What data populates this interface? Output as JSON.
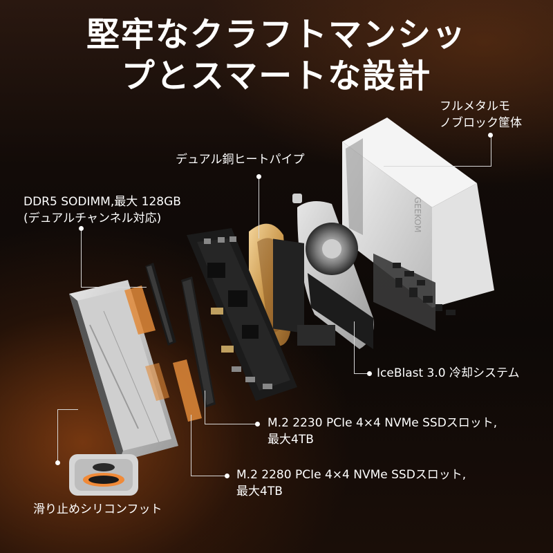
{
  "heading": {
    "line1": "堅牢なクラフトマンシッ",
    "line2": "プとスマートな設計"
  },
  "callouts": {
    "chassis_line1": "フルメタルモ",
    "chassis_line2": "ノブロック筐体",
    "heatpipe": "デュアル銅ヒートパイプ",
    "ram_line1": "DDR5 SODIMM,最大 128GB",
    "ram_line2": "(デュアルチャンネル対応)",
    "cooling": "IceBlast 3.0 冷却システム",
    "ssd2230_line1": "M.2 2230 PCIe 4×4 NVMe SSDスロット,",
    "ssd2230_line2": "最大4TB",
    "ssd2280_line1": "M.2 2280 PCIe 4×4 NVMe SSDスロット,",
    "ssd2280_line2": "最大4TB",
    "feet": "滑り止めシリコンフット"
  },
  "product": {
    "brand_mark": "GEEKOM"
  },
  "colors": {
    "text": "#ffffff",
    "leader": "#d8d8d8",
    "copper": "#d9a864",
    "thermal_pad": "#e08a3a",
    "chassis": "#dcdcdc"
  }
}
